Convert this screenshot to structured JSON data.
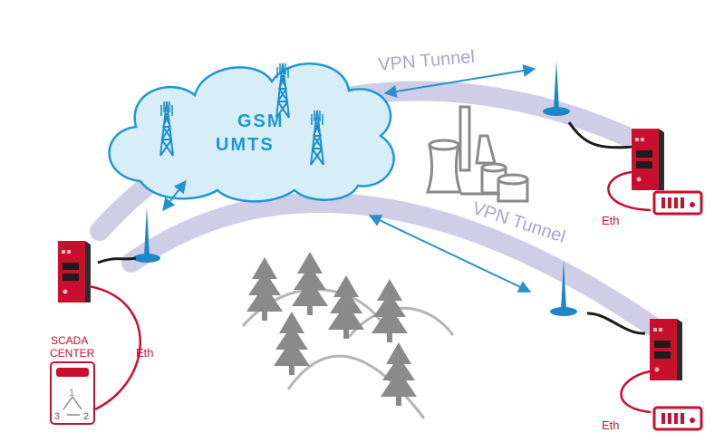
{
  "cloud": {
    "label_line1": "GSM",
    "label_line2": "UMTS"
  },
  "tunnels": [
    {
      "label": "VPN Tunnel"
    },
    {
      "label": "VPN Tunnel"
    }
  ],
  "scada": {
    "line1": "SCADA",
    "line2": "CENTER",
    "node_top": "1",
    "node_left": "3",
    "node_right": "2"
  },
  "links": {
    "eth_left": "Eth",
    "eth_right_top": "Eth",
    "eth_right_bottom": "Eth"
  },
  "colors": {
    "tunnel": "#b9b6d8",
    "tunnel_text": "#a8a5cf",
    "cloud_fill": "#d7eef8",
    "cloud_stroke": "#1e98d4",
    "tower": "#1a8fcf",
    "antenna": "#1f86c8",
    "router": "#c8102e",
    "eth": "#c8102e",
    "scenery": "#8a8a8a",
    "arrow": "#2a8fd0"
  },
  "icons": {
    "tower": "cell-tower-icon",
    "antenna": "antenna-icon",
    "router": "router-icon",
    "plc": "plc-device-icon",
    "tree": "pine-tree-icon",
    "factory": "power-plant-icon"
  }
}
